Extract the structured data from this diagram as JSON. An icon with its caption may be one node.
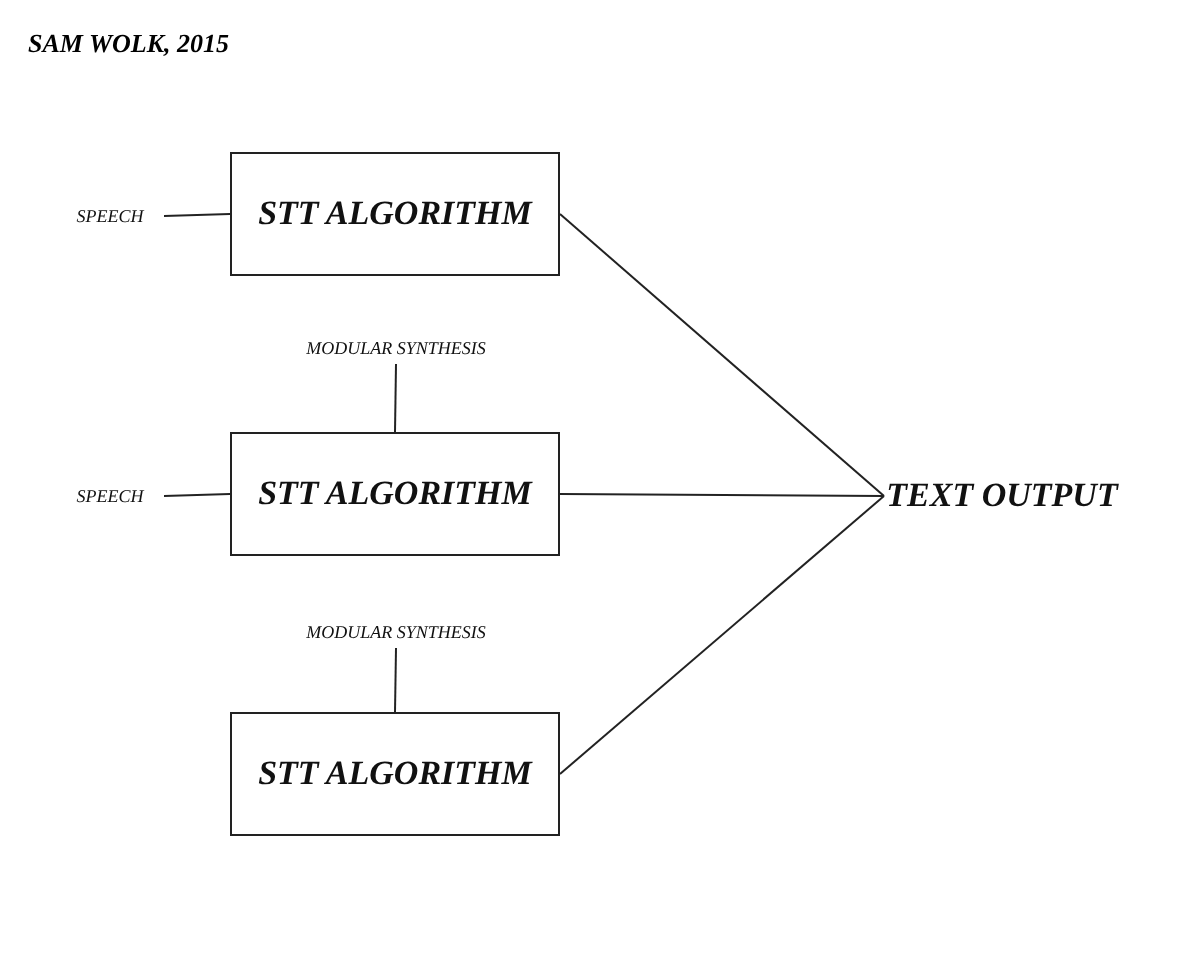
{
  "diagram": {
    "title": "SAM WOLK, 2015",
    "nodes": [
      {
        "text": [
          "SPEECH"
        ]
      },
      {
        "text": [
          "STT ALGORITHM"
        ]
      },
      {
        "text": [
          "MODULAR SYNTHESIS"
        ]
      },
      {
        "text": [
          "SPEECH"
        ]
      },
      {
        "text": [
          "STT ALGORITHM"
        ]
      },
      {
        "text": [
          "MODULAR SYNTHESIS"
        ]
      },
      {
        "text": [
          "STT ALGORITHM"
        ]
      },
      {
        "text": [
          "TEXT OUTPUT"
        ]
      }
    ],
    "edges": [
      {
        "from": 0,
        "to": 1,
        "arrow": "none"
      },
      {
        "from": 2,
        "to": 4,
        "arrow": "none"
      },
      {
        "from": 3,
        "to": 4,
        "arrow": "none"
      },
      {
        "from": 5,
        "to": 6,
        "arrow": "none"
      },
      {
        "from": 1,
        "to": 7,
        "arrow": "none"
      },
      {
        "from": 4,
        "to": 7,
        "arrow": "none"
      },
      {
        "from": 6,
        "to": 7,
        "arrow": "none"
      }
    ]
  }
}
